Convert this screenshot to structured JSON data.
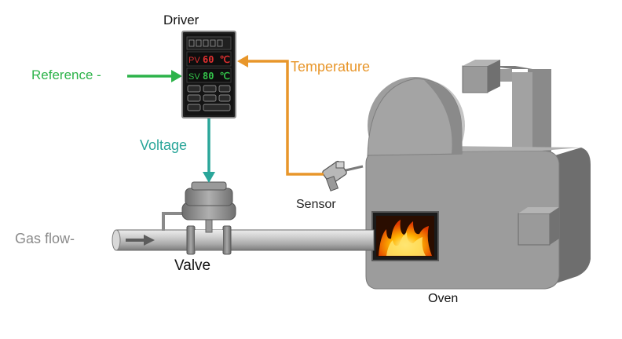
{
  "diagram": {
    "labels": {
      "driver": "Driver",
      "reference": "Reference -",
      "temperature": "Temperature",
      "voltage": "Voltage",
      "sensor": "Sensor",
      "gas_flow": "Gas flow-",
      "valve": "Valve",
      "oven": "Oven"
    },
    "controller": {
      "pv_label": "PV",
      "pv_value": "60 ℃",
      "sv_label": "SV",
      "sv_value": "80 ℃"
    },
    "colors": {
      "reference": "#2db34a",
      "temperature": "#e8962a",
      "voltage": "#2aa69a",
      "gas_flow": "#8a8a8a",
      "oven_body": "#9a9a9a",
      "controller_body": "#1e1e1e"
    },
    "icons": [
      "flame-icon",
      "temperature-sensor-icon",
      "gas-valve-icon",
      "controller-icon"
    ]
  }
}
